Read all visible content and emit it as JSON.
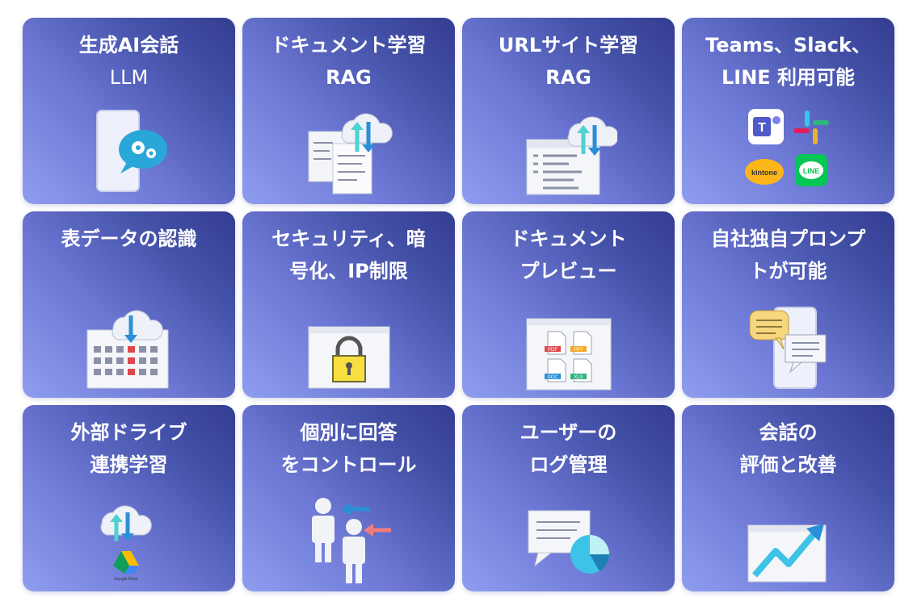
{
  "cards": [
    {
      "line1": "生成AI会話",
      "line2": "LLM",
      "icon": "smartphone-chat-gear-icon"
    },
    {
      "line1": "ドキュメント学習",
      "line2": "RAG",
      "icon": "documents-cloud-sync-icon"
    },
    {
      "line1": "URLサイト学習",
      "line2": "RAG",
      "icon": "webpage-cloud-sync-icon"
    },
    {
      "line1": "Teams、Slack、",
      "line2": "LINE 利用可能",
      "icon": "chat-apps-icon",
      "apps": {
        "teams": "T",
        "kintone": "kintone",
        "line": "LINE"
      }
    },
    {
      "line1": "表データの認識",
      "line2": "",
      "icon": "calendar-table-cloud-icon"
    },
    {
      "line1": "セキュリティ、暗",
      "line2": "号化、IP制限",
      "icon": "lock-window-icon"
    },
    {
      "line1": "ドキュメント",
      "line2": "プレビュー",
      "icon": "file-preview-icon",
      "files": [
        "PDF",
        "PPT",
        "DOC",
        "XLS"
      ]
    },
    {
      "line1": "自社独自プロンプ",
      "line2": "トが可能",
      "icon": "phone-speech-bubbles-icon"
    },
    {
      "line1": "外部ドライブ",
      "line2": "連携学習",
      "icon": "google-drive-cloud-icon",
      "drive_label": "Google Drive"
    },
    {
      "line1": "個別に回答",
      "line2": "をコントロール",
      "icon": "users-arrows-icon"
    },
    {
      "line1": "ユーザーの",
      "line2": "ログ管理",
      "icon": "chat-pie-chart-icon"
    },
    {
      "line1": "会話の",
      "line2": "評価と改善",
      "icon": "rising-trend-chart-icon"
    }
  ],
  "colors": {
    "card_dark": "#333d91",
    "card_light": "#8f9df0",
    "cyan": "#3ec3e8",
    "teal": "#4fd1d1"
  }
}
